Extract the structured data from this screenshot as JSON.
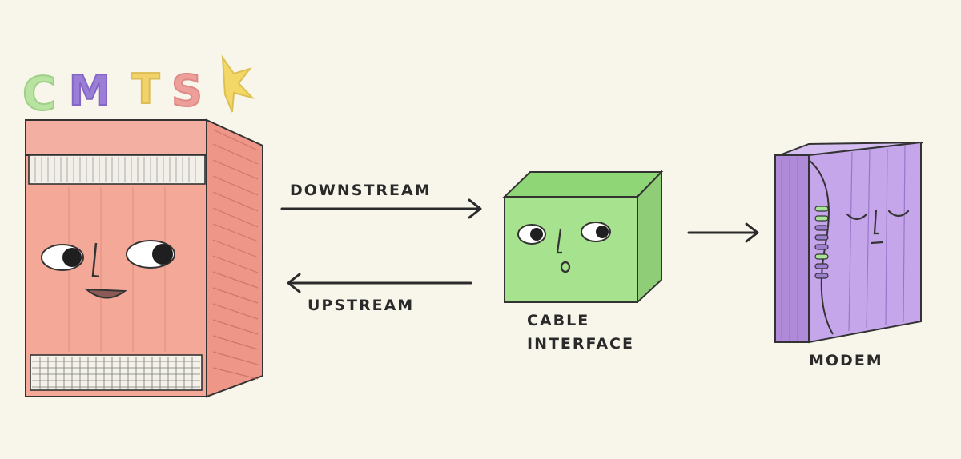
{
  "diagram": {
    "title_letters": [
      {
        "char": "C",
        "color": "#b9e3a0"
      },
      {
        "char": "M",
        "color": "#9b7fd6"
      },
      {
        "char": "T",
        "color": "#f2d36b"
      },
      {
        "char": "S",
        "color": "#ef9f9a"
      }
    ],
    "arrows": {
      "downstream_label": "DOWNSTREAM",
      "upstream_label": "UPSTREAM"
    },
    "cable_interface": {
      "label_line1": "CABLE",
      "label_line2": "INTERFACE"
    },
    "modem": {
      "label": "MODEM"
    },
    "colors": {
      "background": "#f8f5ea",
      "cmts_body": "#f4a898",
      "cmts_side": "#ee9688",
      "cube_front": "#a7e38f",
      "cube_top": "#8fd776",
      "cube_side": "#8fcd77",
      "modem_body": "#c6a6ea",
      "modem_side": "#ae8ad8",
      "sparkle": "#f3d868",
      "ink": "#2a2a2a"
    }
  }
}
